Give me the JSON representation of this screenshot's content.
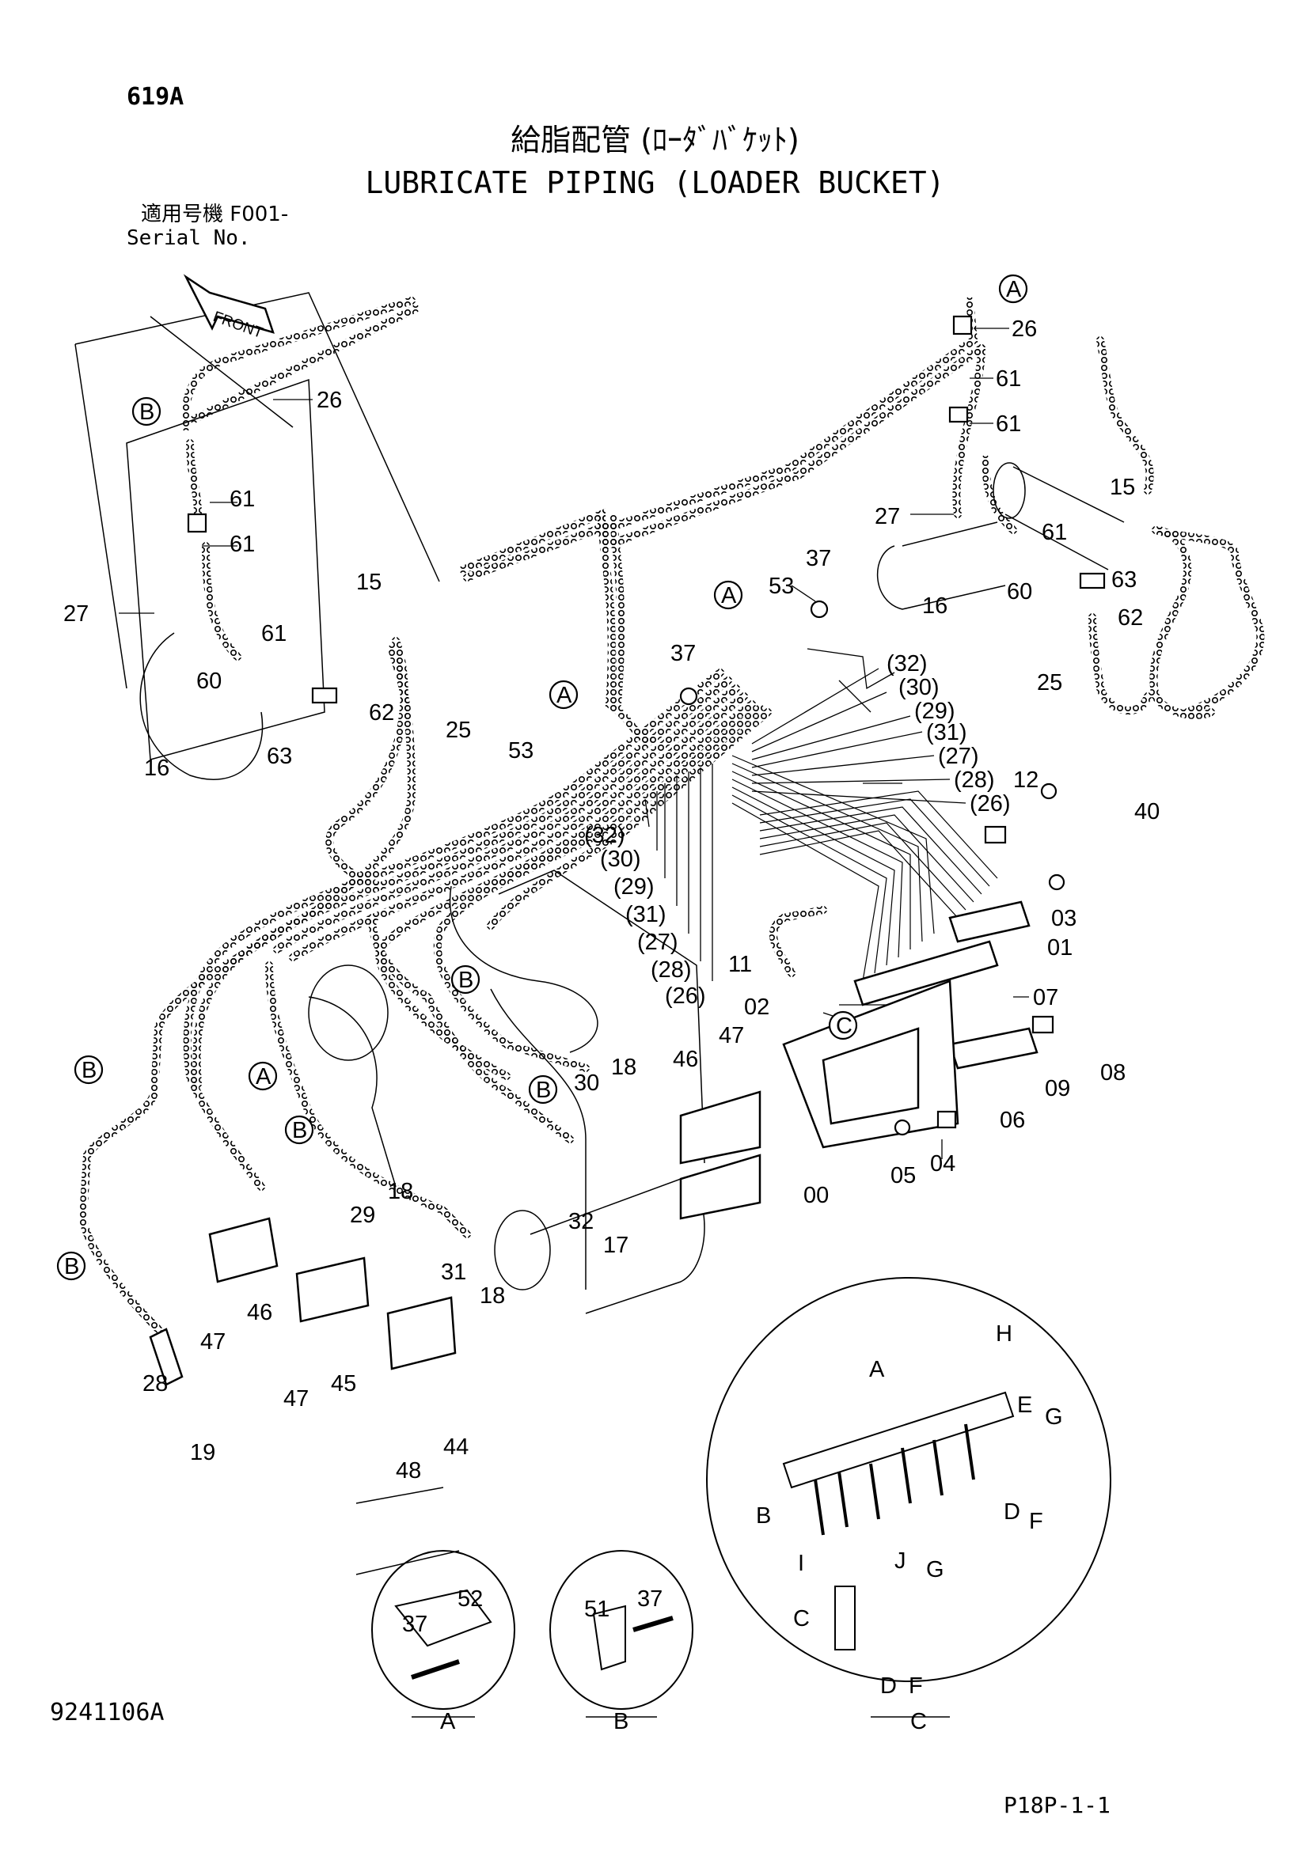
{
  "header": {
    "page_code": "619A",
    "title_jp": "給脂配管 (ﾛｰﾀﾞﾊﾞｹｯﾄ)",
    "title_en": "LUBRICATE PIPING (LOADER BUCKET)",
    "serial_label_jp": "適用号機 F001-",
    "serial_label_en": "Serial No."
  },
  "footer": {
    "doc_id": "9241106A",
    "page_ref": "P18P-1-1"
  },
  "diagram": {
    "front_arrow": "FRONT",
    "callouts": {
      "c_26a": "26",
      "c_26b": "26",
      "c_61a": "61",
      "c_61b": "61",
      "c_61c": "61",
      "c_61d": "61",
      "c_61e": "61",
      "c_61f": "61",
      "c_27a": "27",
      "c_27b": "27",
      "c_15a": "15",
      "c_15b": "15",
      "c_16a": "16",
      "c_16b": "16",
      "c_60a": "60",
      "c_60b": "60",
      "c_62a": "62",
      "c_62b": "62",
      "c_63a": "63",
      "c_63b": "63",
      "c_25a": "25",
      "c_25b": "25",
      "c_37a": "37",
      "c_37b": "37",
      "c_53a": "53",
      "c_53b": "53",
      "c_p32a": "(32)",
      "c_p30a": "(30)",
      "c_p29a": "(29)",
      "c_p31a": "(31)",
      "c_p27a": "(27)",
      "c_p28a": "(28)",
      "c_p26a": "(26)",
      "c_p32b": "(32)",
      "c_p30b": "(30)",
      "c_p29b": "(29)",
      "c_p31b": "(31)",
      "c_p27b": "(27)",
      "c_p28b": "(28)",
      "c_p26b": "(26)",
      "c_12": "12",
      "c_40": "40",
      "c_03": "03",
      "c_01": "01",
      "c_11": "11",
      "c_02": "02",
      "c_07": "07",
      "c_08": "08",
      "c_09": "09",
      "c_06": "06",
      "c_05": "05",
      "c_04": "04",
      "c_00": "00",
      "c_30": "30",
      "c_18a": "18",
      "c_18b": "18",
      "c_18c": "18",
      "c_47a": "47",
      "c_47b": "47",
      "c_47c": "47",
      "c_46a": "46",
      "c_46b": "46",
      "c_29": "29",
      "c_32": "32",
      "c_17": "17",
      "c_31": "31",
      "c_28": "28",
      "c_19": "19",
      "c_45": "45",
      "c_48": "48",
      "c_44": "44",
      "c_52": "52",
      "c_37c": "37",
      "c_51": "51",
      "c_37d": "37"
    },
    "letters": {
      "A1": "A",
      "A2": "A",
      "A3": "A",
      "A4": "A",
      "B1": "B",
      "B2": "B",
      "B3": "B",
      "B4": "B",
      "B5": "B",
      "B6": "B",
      "C1": "C",
      "dA": "A",
      "dB": "B",
      "dC": "C",
      "dD1": "D",
      "dD2": "D",
      "dE": "E",
      "dF1": "F",
      "dF2": "F",
      "dG1": "G",
      "dG2": "G",
      "dH": "H",
      "dI": "I",
      "dJ": "J"
    },
    "detail_labels": {
      "det_A": "A",
      "det_B": "B",
      "det_C": "C"
    }
  },
  "colors": {
    "ink": "#000000",
    "paper": "#ffffff"
  }
}
